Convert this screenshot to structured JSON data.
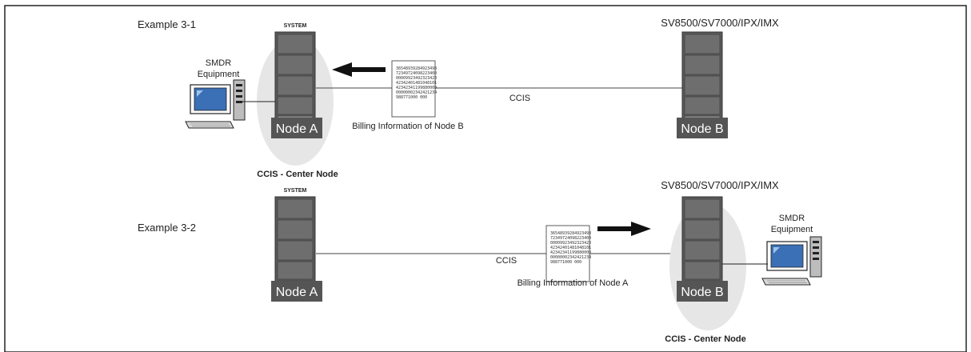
{
  "example1": {
    "title": "Example 3-1",
    "system_label": "SYSTEM",
    "remote_system": "SV8500/SV7000/IPX/IMX",
    "smdr_line1": "SMDR",
    "smdr_line2": "Equipment",
    "node_a": "Node A",
    "node_b": "Node B",
    "link": "CCIS",
    "billing_caption": "Billing Information of Node B",
    "center_node": "CCIS - Center Node",
    "arrow_direction": "left"
  },
  "example2": {
    "title": "Example 3-2",
    "system_label": "SYSTEM",
    "remote_system": "SV8500/SV7000/IPX/IMX",
    "smdr_line1": "SMDR",
    "smdr_line2": "Equipment",
    "node_a": "Node A",
    "node_b": "Node B",
    "link": "CCIS",
    "billing_caption": "Billing Information of Node A",
    "center_node": "CCIS - Center Node",
    "arrow_direction": "right"
  },
  "billing_doc_lines": [
    "36548939284923498",
    "72349724098223400",
    "00009923492323423",
    "42342401481048101",
    "42342341199880000",
    "00000002342421234",
    "988771000 000"
  ],
  "colors": {
    "ellipse": "#e8e8e8",
    "server_body": "#555555",
    "node_label_bg": "#555555",
    "frame": "#000000"
  }
}
